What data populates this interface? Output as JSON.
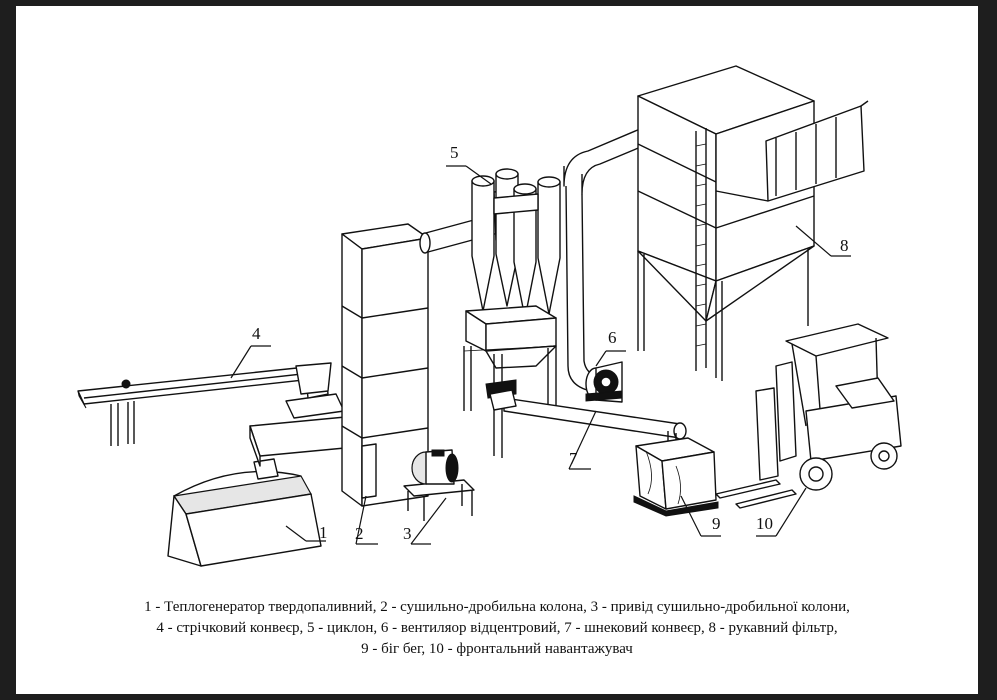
{
  "labels": {
    "l1": "1",
    "l2": "2",
    "l3": "3",
    "l4": "4",
    "l5": "5",
    "l6": "6",
    "l7": "7",
    "l8": "8",
    "l9": "9",
    "l10": "10"
  },
  "caption": {
    "line1": "1 - Теплогенератор твердопаливний,  2 - сушильно-дробильна колона,  3 - привід сушильно-дробильної колони,",
    "line2": "4 - стрічковий конвеєр,  5 - циклон,  6 - вентиляор відцентровий,  7 - шнековий конвеєр,  8 - рукавний фільтр,",
    "line3": "9 - біг бег,  10 - фронтальний навантажувач"
  }
}
